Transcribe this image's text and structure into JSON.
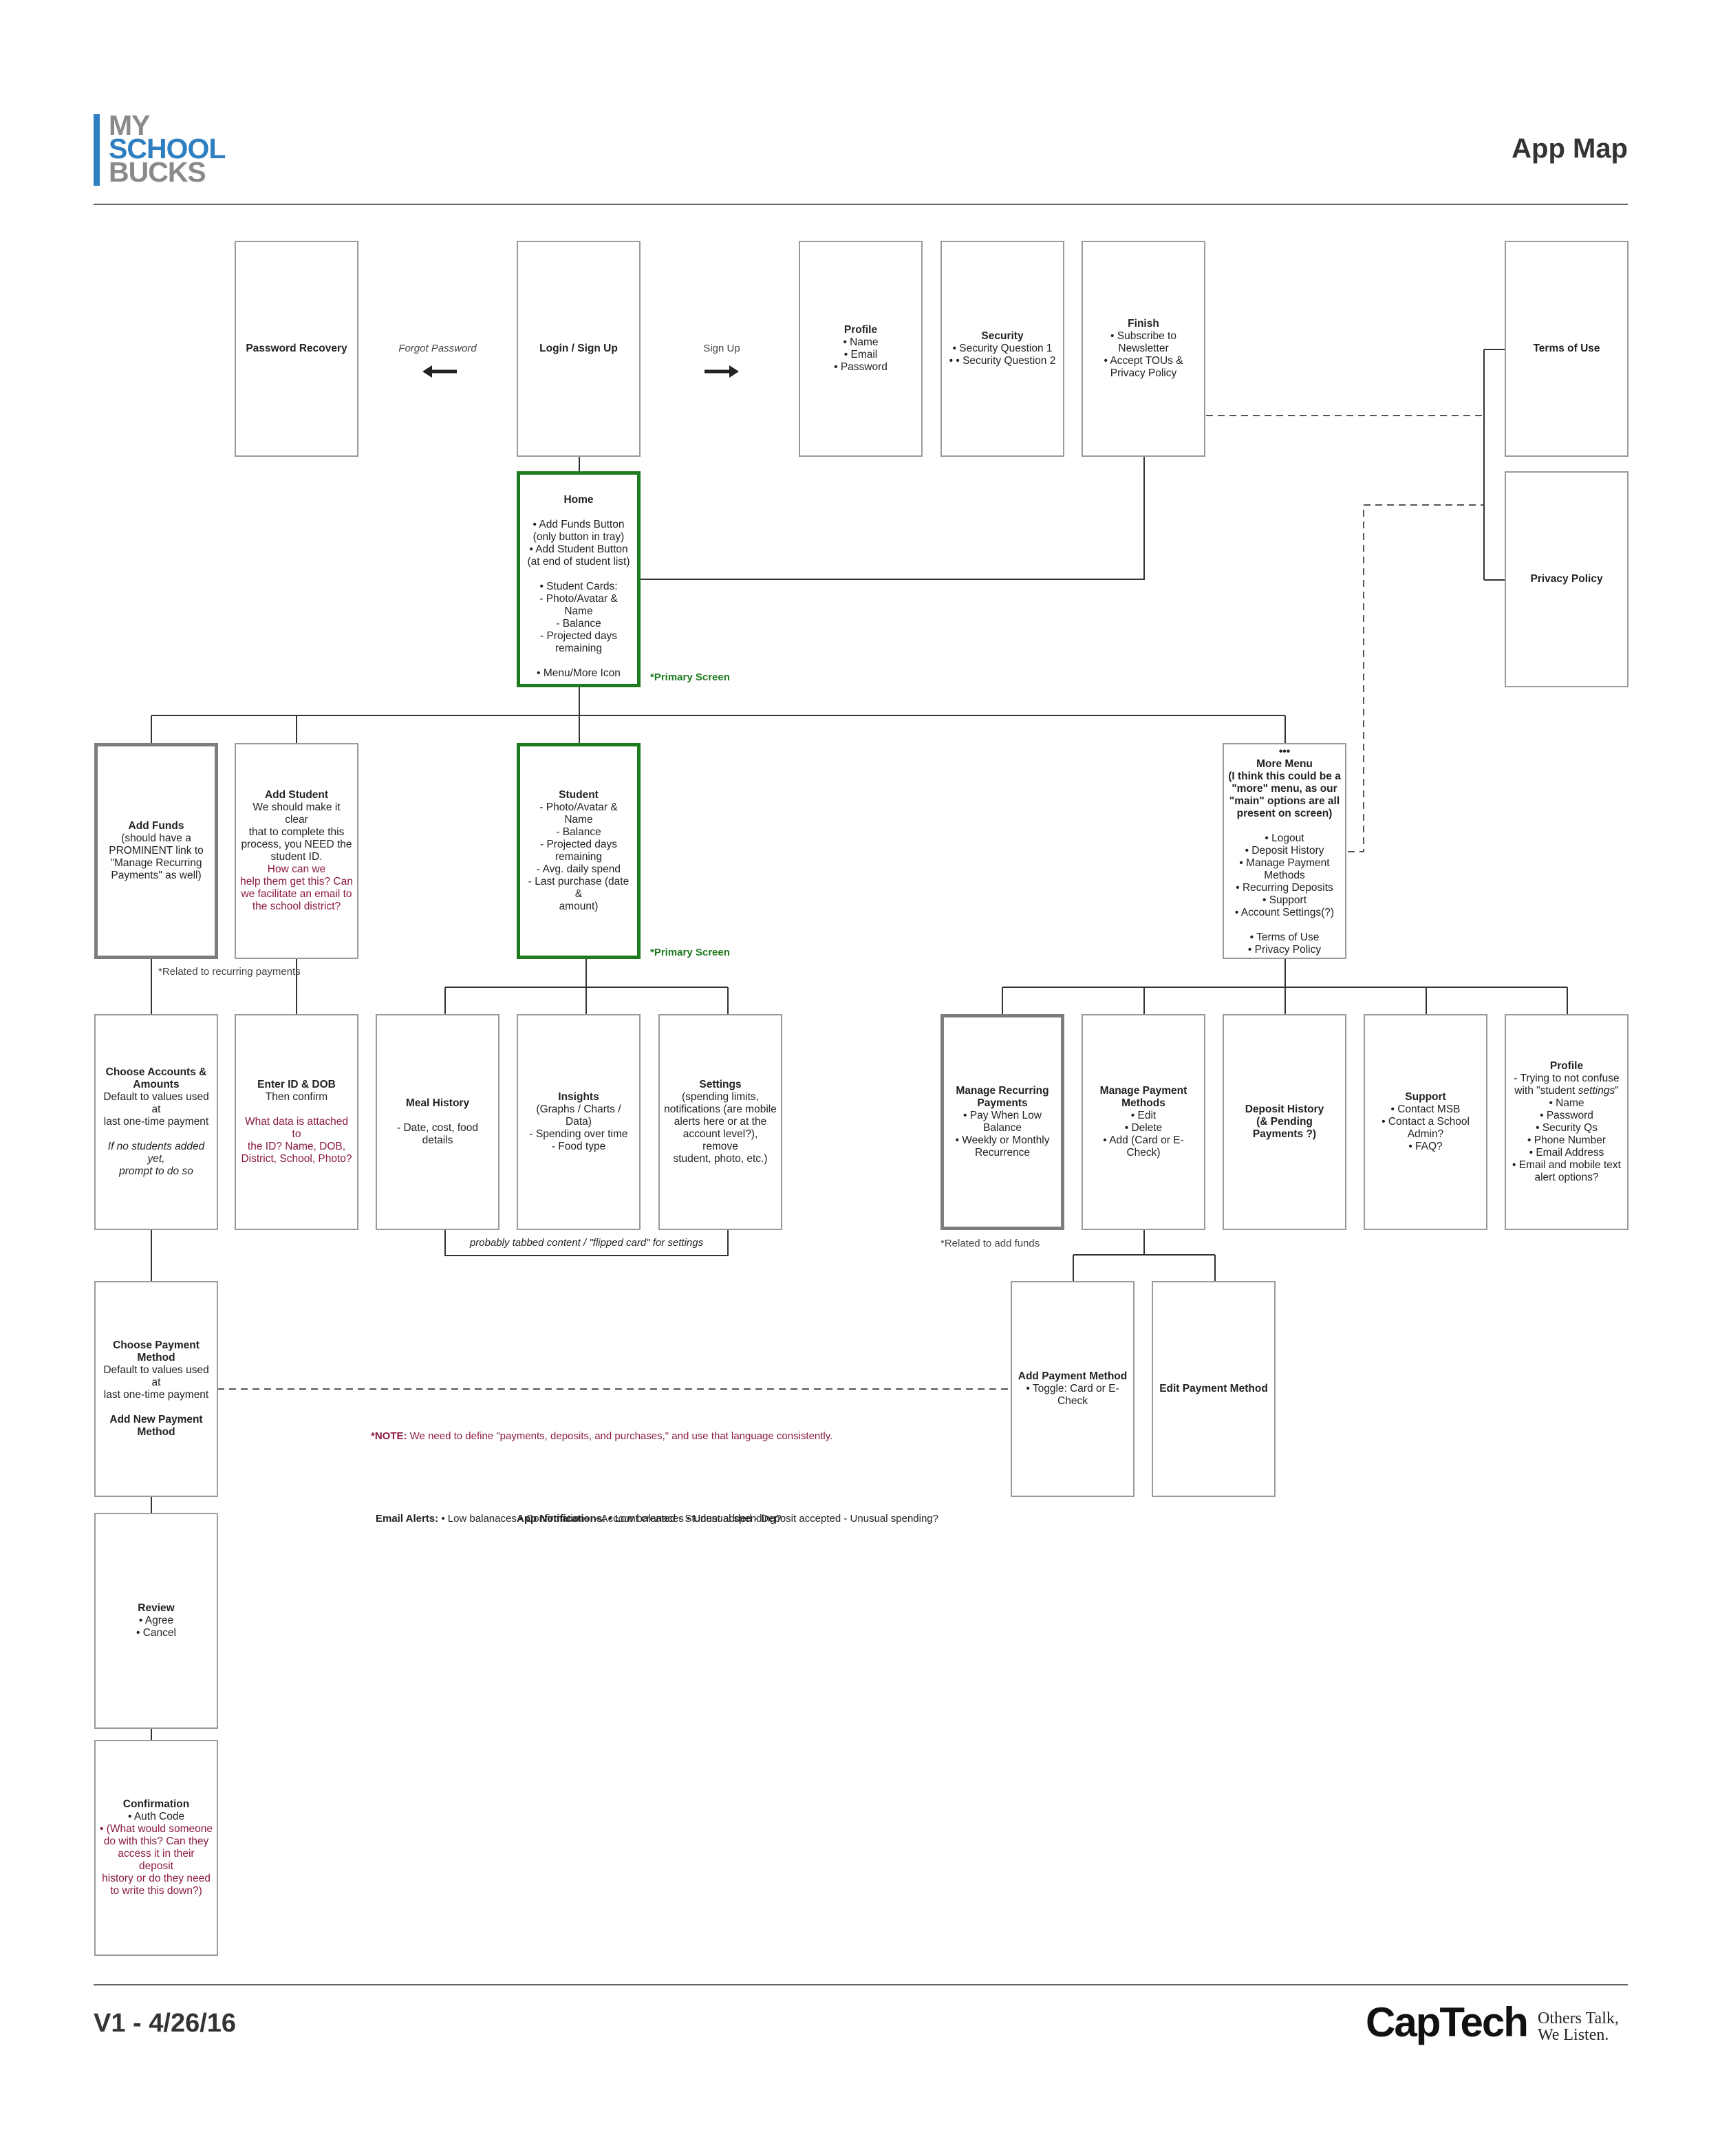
{
  "header": {
    "logo_words": [
      "MY",
      "SCHOOL",
      "BUCKS"
    ],
    "title": "App Map"
  },
  "footer": {
    "version": "V1 - 4/26/16",
    "captech_logo": "CapTech",
    "captech_tagline": [
      "Others Talk,",
      "We Listen."
    ]
  },
  "colors": {
    "primary_green": "#1e7a1e",
    "note_red": "#8b1a3e",
    "logo_blue": "#2e7fc1",
    "logo_gray": "#8a8a8a"
  },
  "edge_labels": {
    "forgot_password": "Forgot Password",
    "sign_up": "Sign Up"
  },
  "screens": {
    "password_recovery": {
      "title": "Password Recovery"
    },
    "login": {
      "title": "Login / Sign Up"
    },
    "profile_signup": {
      "title": "Profile",
      "lines": [
        "• Name",
        "• Email",
        "• Password"
      ]
    },
    "security": {
      "title": "Security",
      "lines": [
        "• Security Question 1",
        "• • Security Question 2"
      ]
    },
    "finish": {
      "title": "Finish",
      "lines": [
        "• Subscribe to",
        "Newsletter",
        "• Accept TOUs &",
        "Privacy Policy"
      ]
    },
    "terms": {
      "title": "Terms of Use"
    },
    "privacy": {
      "title": "Privacy Policy"
    },
    "home": {
      "title": "Home",
      "lines_a": [
        "• Add Funds Button",
        "(only button in tray)",
        "• Add Student Button",
        "(at end of student list)"
      ],
      "lines_b": [
        "• Student Cards:",
        "- Photo/Avatar & Name",
        "- Balance",
        "- Projected days",
        "remaining"
      ],
      "lines_c": [
        "• Menu/More Icon"
      ]
    },
    "add_funds": {
      "title": "Add Funds",
      "lines": [
        "(should have a",
        "PROMINENT link to",
        "\"Manage Recurring",
        "Payments\" as well)"
      ]
    },
    "add_student": {
      "title": "Add Student",
      "lines": [
        "We should make it clear",
        "that to complete this",
        "process, you NEED the",
        "student ID."
      ],
      "red_lines": [
        "How can we",
        "help them get this? Can",
        "we facilitate an email to",
        "the school district?"
      ]
    },
    "student": {
      "title": "Student",
      "lines": [
        "- Photo/Avatar & Name",
        "- Balance",
        "- Projected days",
        "remaining",
        "- Avg. daily spend",
        "- Last purchase (date &",
        "amount)"
      ]
    },
    "more_menu": {
      "icon": "•••",
      "title_lines": [
        "More Menu",
        "(I think this could be a",
        "\"more\" menu, as our",
        "\"main\" options are all",
        "present on screen)"
      ],
      "lines_a": [
        "• Logout",
        "• Deposit History",
        "• Manage Payment",
        "Methods",
        "• Recurring Deposits",
        "• Support",
        "• Account Settings(?)"
      ],
      "lines_b": [
        "• Terms of Use",
        "• Privacy Policy"
      ]
    },
    "choose_accounts": {
      "title_lines": [
        "Choose Accounts &",
        "Amounts"
      ],
      "lines": [
        "Default to values used at",
        "last one-time payment"
      ],
      "italic_lines": [
        "If no students added yet,",
        "prompt to do so"
      ]
    },
    "enter_id": {
      "title": "Enter ID & DOB",
      "lines": [
        "Then confirm"
      ],
      "red_lines": [
        "What data is attached to",
        "the ID? Name, DOB,",
        "District, School, Photo?"
      ]
    },
    "meal_history": {
      "title": "Meal History",
      "lines": [
        "- Date, cost, food details"
      ]
    },
    "insights": {
      "title": "Insights",
      "lines": [
        "(Graphs / Charts / Data)",
        "- Spending over time",
        "- Food type"
      ]
    },
    "settings": {
      "title": "Settings",
      "lines": [
        "(spending limits,",
        "notifications (are mobile",
        "alerts here or at the",
        "account level?), remove",
        "student, photo, etc.)"
      ]
    },
    "manage_recurring": {
      "title_lines": [
        "Manage Recurring",
        "Payments"
      ],
      "lines": [
        "• Pay When Low",
        "Balance",
        "• Weekly or Monthly",
        "Recurrence"
      ]
    },
    "manage_payment": {
      "title_lines": [
        "Manage Payment",
        "Methods"
      ],
      "lines": [
        "• Edit",
        "• Delete",
        "• Add (Card or E-Check)"
      ]
    },
    "deposit_history": {
      "title_lines": [
        "Deposit History",
        "(& Pending",
        "Payments ?)"
      ]
    },
    "support": {
      "title": "Support",
      "lines": [
        "• Contact MSB",
        "• Contact a School",
        "Admin?",
        "• FAQ?"
      ]
    },
    "profile_menu": {
      "title": "Profile",
      "line1": "- Trying to not confuse",
      "line2_prefix": "with \"student ",
      "line2_italic": "settings",
      "line2_suffix": "\"",
      "lines": [
        "• Name",
        "• Password",
        "• Security Qs",
        "• Phone Number",
        "• Email Address",
        "• Email and mobile text",
        "alert options?"
      ]
    },
    "choose_payment": {
      "title_lines": [
        "Choose Payment",
        "Method"
      ],
      "lines": [
        "Default to values used at",
        "last one-time payment"
      ],
      "title2_lines": [
        "Add New Payment",
        "Method"
      ]
    },
    "add_payment": {
      "title": "Add Payment Method",
      "lines": [
        "• Toggle: Card or E-",
        "Check"
      ]
    },
    "edit_payment": {
      "title": "Edit Payment Method"
    },
    "review": {
      "title": "Review",
      "lines": [
        "• Agree",
        "• Cancel"
      ]
    },
    "confirmation": {
      "title": "Confirmation",
      "lines": [
        "• Auth Code"
      ],
      "red_lines": [
        "• (What would someone",
        "do with this? Can they",
        "access it in their deposit",
        "history or do they need",
        "to write this down?)"
      ]
    }
  },
  "annotations": {
    "primary_screen_home": "*Primary Screen",
    "primary_screen_student": "*Primary Screen",
    "related_recurring": [
      "*Related to",
      "recurring",
      "payments"
    ],
    "related_add_funds": "*Related to add funds",
    "tabbed_content": "probably tabbed content / \"flipped card\" for settings",
    "note_prefix": "*NOTE:",
    "note_text": " We need to define \"payments, deposits, and purchases,\" and use that language consistently.",
    "email_alerts": {
      "title": "Email Alerts:",
      "lines": [
        "• Low balanaces",
        "• Confirmations:",
        "- Account created",
        "- Student added",
        "- Deposit accepted",
        "- Unusual spending?"
      ]
    },
    "app_notifications": {
      "title": "App Notifications:",
      "lines": [
        "• Low balanaces",
        "• Unusual spending?"
      ]
    }
  }
}
